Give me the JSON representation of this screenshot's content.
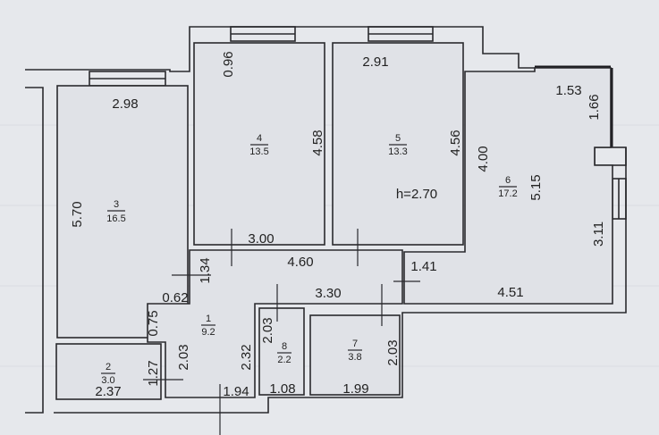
{
  "ceiling_height": "h=2.70",
  "rooms": [
    {
      "number": "1",
      "area": "9.2"
    },
    {
      "number": "2",
      "area": "3.0"
    },
    {
      "number": "3",
      "area": "16.5"
    },
    {
      "number": "4",
      "area": "13.5"
    },
    {
      "number": "5",
      "area": "13.3"
    },
    {
      "number": "6",
      "area": "17.2"
    },
    {
      "number": "7",
      "area": "3.8"
    },
    {
      "number": "8",
      "area": "2.2"
    }
  ],
  "dimensions": {
    "room3_width": "2.98",
    "room3_length": "5.70",
    "room4_pier": "0.96",
    "room4_length": "4.58",
    "room4_width": "3.00",
    "room5_width": "2.91",
    "room5_length": "4.56",
    "room6_a": "4.00",
    "room6_b": "5.15",
    "room6_c": "1.53",
    "room6_d": "1.66",
    "room6_e": "3.11",
    "room6_f": "4.51",
    "corridor_a": "4.60",
    "corridor_b": "1.41",
    "corridor_c": "3.30",
    "corridor_d": "1.34",
    "corridor_e": "0.62",
    "corridor_f": "0.75",
    "room1_a": "2.03",
    "room1_b": "2.32",
    "room1_c": "1.94",
    "room8_a": "2.03",
    "room8_b": "1.08",
    "room7_a": "1.99",
    "room7_b": "2.03",
    "room2_a": "2.37",
    "room2_b": "1.27"
  }
}
